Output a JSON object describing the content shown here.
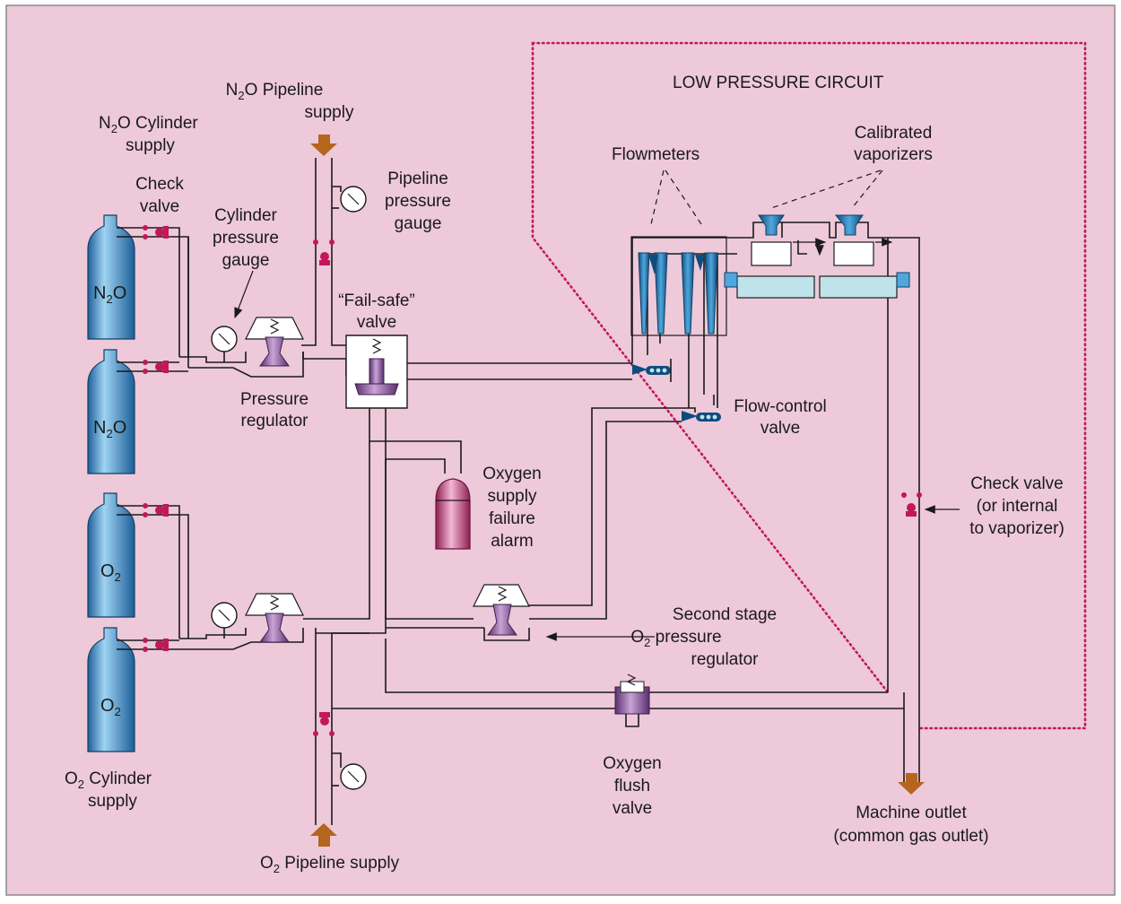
{
  "colors": {
    "background": "#edc9d9",
    "border": "#8a8a8a",
    "cylinder_blue": "#2a7fc1",
    "check_valve": "#c2185b",
    "boundary_dots": "#c2185b",
    "supply_arrow": "#b5651d",
    "regulator_purple": "#7a4a8c",
    "alarm_magenta": "#b0306a",
    "flowmeter_blue": "#1f6ea8",
    "vaporizer_liquid": "#bfe3ea"
  },
  "labels": {
    "low_pressure_circuit": "LOW PRESSURE CIRCUIT",
    "n2o_pipeline_supply": [
      "N",
      "2",
      "O Pipeline",
      "supply"
    ],
    "n2o_cylinder_supply": [
      "N",
      "2",
      "O Cylinder",
      "supply"
    ],
    "check_valve_left": [
      "Check",
      "valve"
    ],
    "pipeline_pressure_gauge": [
      "Pipeline",
      "pressure",
      "gauge"
    ],
    "cylinder_pressure_gauge": [
      "Cylinder",
      "pressure",
      "gauge"
    ],
    "fail_safe_valve": [
      "“Fail-safe”",
      "valve"
    ],
    "pressure_regulator": [
      "Pressure",
      "regulator"
    ],
    "flowmeters": "Flowmeters",
    "calibrated_vaporizers": [
      "Calibrated",
      "vaporizers"
    ],
    "flow_control_valve": [
      "Flow-control",
      "valve"
    ],
    "oxygen_supply_failure_alarm": [
      "Oxygen",
      "supply",
      "failure",
      "alarm"
    ],
    "check_valve_right": [
      "Check valve",
      "(or internal",
      "to vaporizer)"
    ],
    "second_stage_regulator": [
      "Second stage",
      "O",
      "2",
      " pressure",
      "regulator"
    ],
    "oxygen_flush_valve": [
      "Oxygen",
      "flush",
      "valve"
    ],
    "machine_outlet": [
      "Machine outlet",
      "(common gas outlet)"
    ],
    "o2_cylinder_supply": [
      "O",
      "2",
      " Cylinder",
      "supply"
    ],
    "o2_pipeline_supply": [
      "O",
      "2",
      " Pipeline supply"
    ]
  },
  "cylinders": [
    {
      "base": "N",
      "sub": "2",
      "rest": "O"
    },
    {
      "base": "N",
      "sub": "2",
      "rest": "O"
    },
    {
      "base": "O",
      "sub": "2",
      "rest": ""
    },
    {
      "base": "O",
      "sub": "2",
      "rest": ""
    }
  ]
}
